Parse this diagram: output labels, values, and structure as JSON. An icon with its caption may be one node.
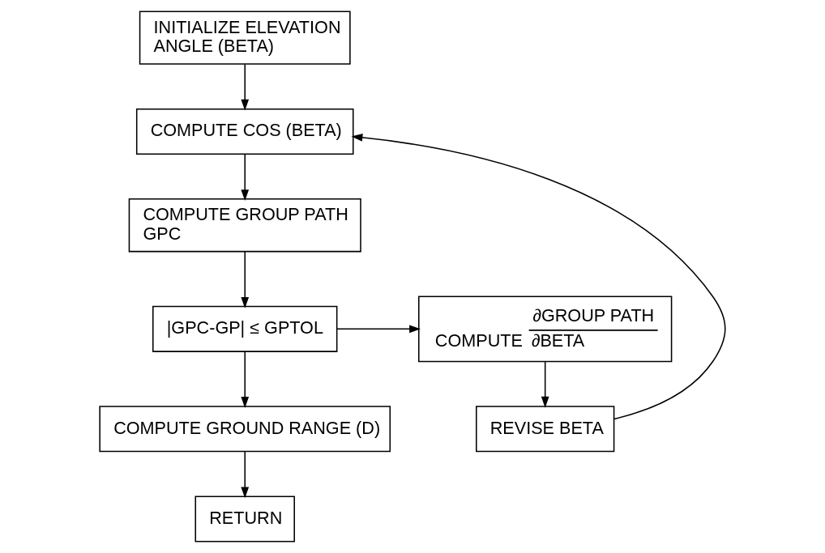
{
  "diagram": {
    "nodes": [
      {
        "text": [
          "INITIALIZE ELEVATION ANGLE (BETA)"
        ]
      },
      {
        "text": [
          "COMPUTE COS (BETA)"
        ]
      },
      {
        "text": [
          "COMPUTE GROUP PATH GPC"
        ]
      },
      {
        "text": [
          "|GPC-GP| ≤ GPTOL"
        ]
      },
      {
        "text": [
          "COMPUTE",
          "∂GROUP PATH",
          "∂BETA"
        ]
      },
      {
        "text": [
          "COMPUTE GROUND RANGE (D)"
        ]
      },
      {
        "text": [
          "REVISE BETA"
        ]
      },
      {
        "text": [
          "RETURN"
        ]
      }
    ],
    "edges": [
      {
        "from": 0,
        "to": 1,
        "arrow": "to"
      },
      {
        "from": 1,
        "to": 2,
        "arrow": "to"
      },
      {
        "from": 2,
        "to": 3,
        "arrow": "to"
      },
      {
        "from": 3,
        "to": 4,
        "arrow": "to"
      },
      {
        "from": 4,
        "to": 6,
        "arrow": "to"
      },
      {
        "from": 6,
        "to": 1,
        "arrow": "to"
      },
      {
        "from": 3,
        "to": 5,
        "arrow": "to"
      },
      {
        "from": 5,
        "to": 7,
        "arrow": "to"
      }
    ]
  }
}
